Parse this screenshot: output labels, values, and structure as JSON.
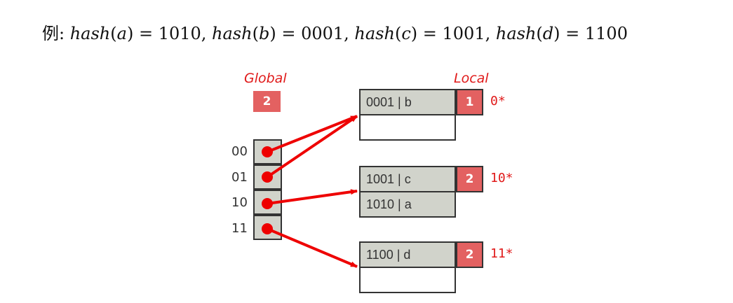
{
  "example": {
    "prefix": "例: ",
    "parts": [
      {
        "fn": "hash",
        "arg": "a",
        "value": "1010",
        "sep": ", "
      },
      {
        "fn": "hash",
        "arg": "b",
        "value": "0001",
        "sep": ", "
      },
      {
        "fn": "hash",
        "arg": "c",
        "value": "1001",
        "sep": ", "
      },
      {
        "fn": "hash",
        "arg": "d",
        "value": "1100",
        "sep": ""
      }
    ]
  },
  "global": {
    "label": "Global",
    "depth": "2"
  },
  "local_label": "Local",
  "directory": [
    "00",
    "01",
    "10",
    "11"
  ],
  "buckets": [
    {
      "rows": [
        "0001 | b",
        ""
      ],
      "local_depth": "1",
      "pattern": "0*"
    },
    {
      "rows": [
        "1001 | c",
        "1010 | a"
      ],
      "local_depth": "2",
      "pattern": "10*"
    },
    {
      "rows": [
        "1100 | d",
        ""
      ],
      "local_depth": "2",
      "pattern": "11*"
    }
  ],
  "pointers": [
    {
      "from": "00",
      "to_bucket": 0
    },
    {
      "from": "01",
      "to_bucket": 0
    },
    {
      "from": "10",
      "to_bucket": 1
    },
    {
      "from": "11",
      "to_bucket": 2
    }
  ],
  "colors": {
    "arrow": "#ee0000",
    "depth_box": "#e36161",
    "cell": "#d1d3cb",
    "label": "#e01a1a"
  }
}
